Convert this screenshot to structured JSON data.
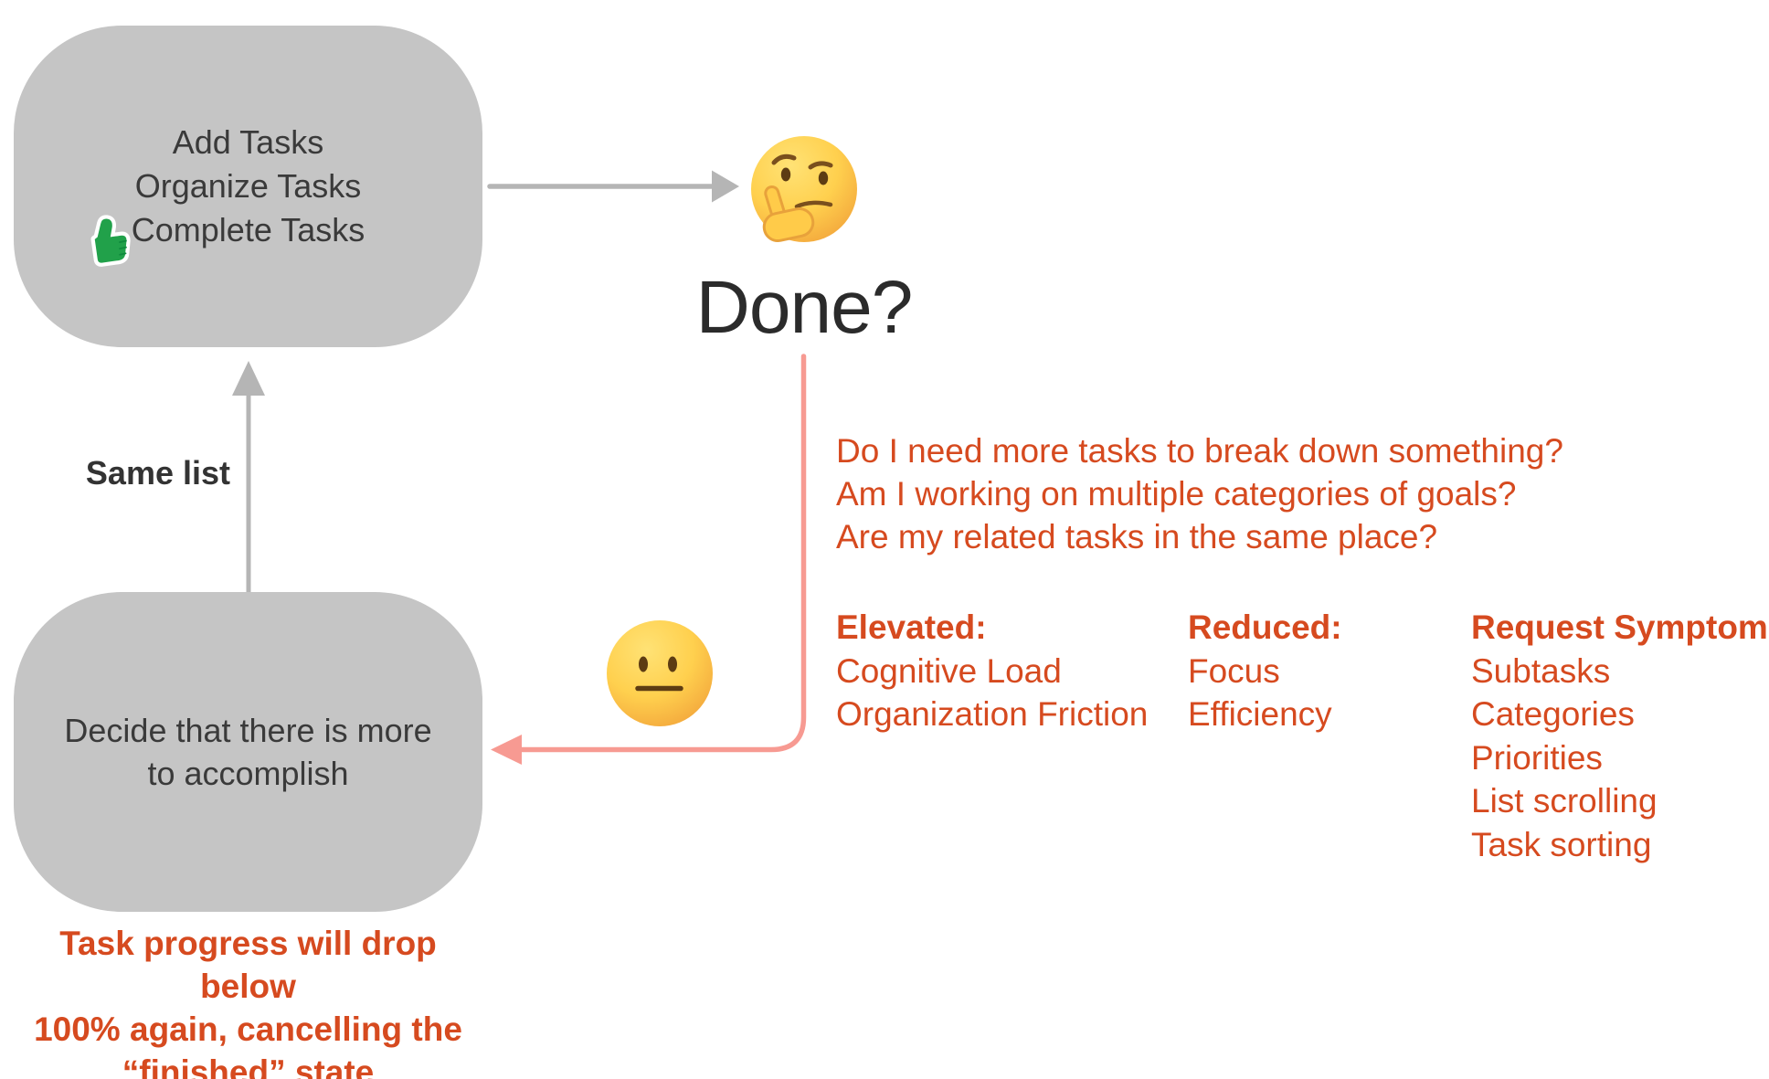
{
  "colors": {
    "accent_red": "#d64a1f",
    "pink_arrow": "#f79a92",
    "gray_arrow": "#b5b5b5",
    "node_gray": "#c5c5c5",
    "node_text": "#3a3a3a",
    "done_text": "#2b2b2b",
    "thumb_green": "#21a14a"
  },
  "nodes": {
    "task_loop": {
      "lines": [
        "Add Tasks",
        "Organize Tasks",
        "Complete Tasks"
      ]
    },
    "decide_more": {
      "lines": [
        "Decide that there is more",
        "to accomplish"
      ]
    }
  },
  "decision": {
    "label": "Done?"
  },
  "questions": {
    "lines": [
      "Do I need more tasks to break down something?",
      "Am I working on multiple categories of goals?",
      "Are my related tasks in the same place?"
    ]
  },
  "effects": {
    "elevated": {
      "header": "Elevated:",
      "items": [
        "Cognitive Load",
        "Organization Friction"
      ]
    },
    "reduced": {
      "header": "Reduced:",
      "items": [
        "Focus",
        "Efficiency"
      ]
    },
    "request_symptoms": {
      "header": "Request Symptoms:",
      "items": [
        "Subtasks",
        "Categories",
        "Priorities",
        "List scrolling",
        "Task sorting"
      ]
    }
  },
  "labels": {
    "same_list": "Same list"
  },
  "caption": {
    "lines": [
      "Task progress will drop below",
      "100% again, cancelling the",
      "“finished” state"
    ]
  },
  "icons": {
    "thumbs_up": "👍",
    "thinking_face": "🤔",
    "neutral_face": "😐"
  }
}
